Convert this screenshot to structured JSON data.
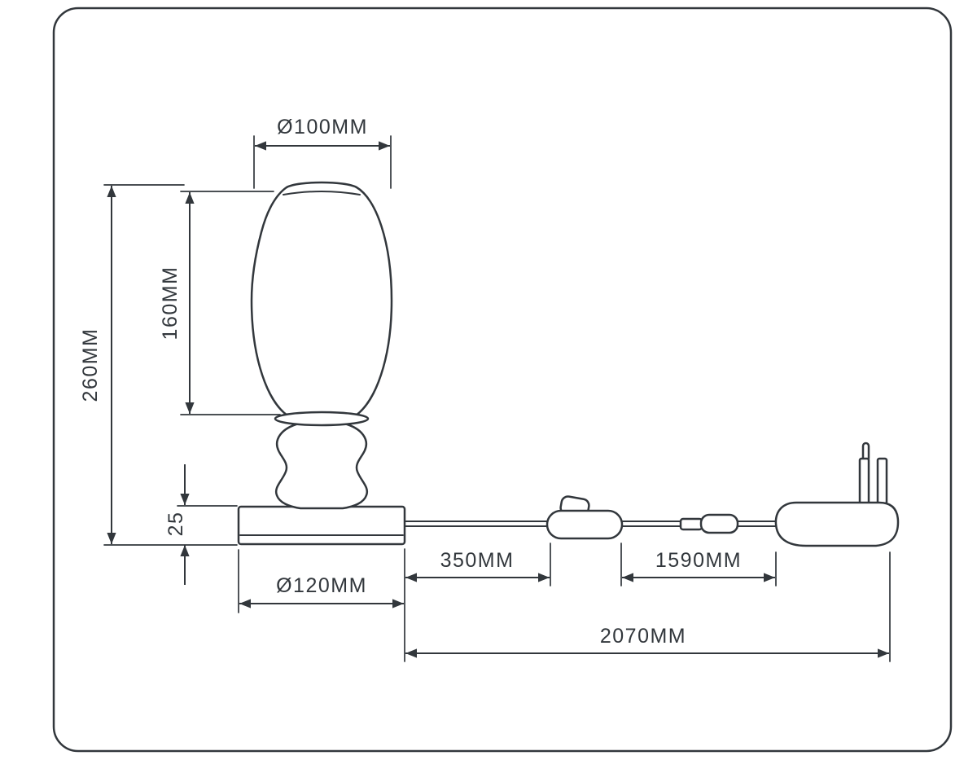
{
  "dimensions": {
    "shade_diameter": "Ø100MM",
    "shade_height": "160MM",
    "total_height": "260MM",
    "base_height": "25",
    "base_diameter": "Ø120MM",
    "cord_base_to_switch": "350MM",
    "cord_switch_to_plug": "1590MM",
    "cord_total_length": "2070MM"
  },
  "components": {
    "shade": "egg-shaped-glass-shade",
    "stem": "double-bulge-stem",
    "base": "cylindrical-base",
    "cord": "power-cord",
    "switch": "inline-rocker-switch",
    "connector": "cord-connector",
    "plug": "power-plug"
  },
  "colors": {
    "line": "#32373c",
    "background": "#ffffff"
  }
}
